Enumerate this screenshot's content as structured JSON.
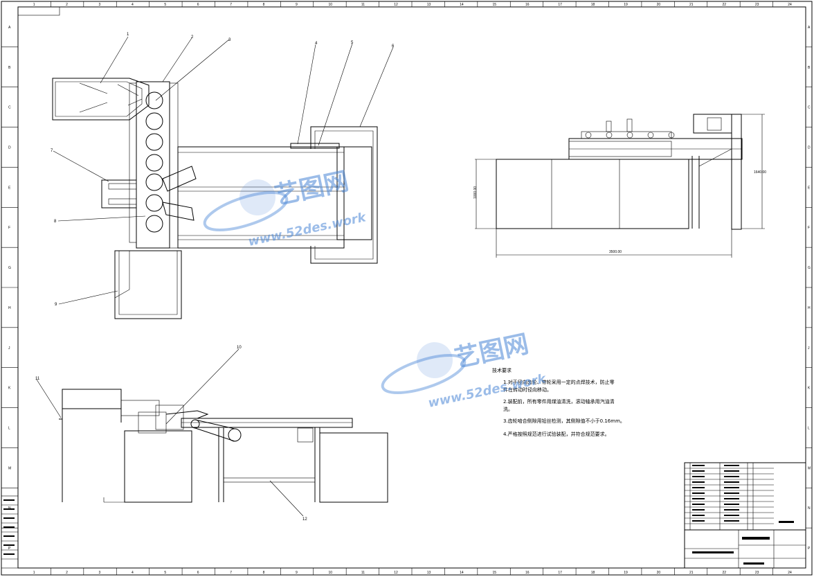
{
  "frame": {
    "col_labels": [
      "1",
      "2",
      "3",
      "4",
      "5",
      "6",
      "7",
      "8",
      "9",
      "10",
      "11",
      "12",
      "13",
      "14",
      "15",
      "16",
      "17",
      "18",
      "19",
      "20",
      "21",
      "22",
      "23",
      "24"
    ],
    "row_labels": [
      "A",
      "B",
      "C",
      "D",
      "E",
      "F",
      "G",
      "H",
      "J",
      "K",
      "L",
      "M",
      "N",
      "P"
    ]
  },
  "leaders": [
    "1",
    "2",
    "3",
    "4",
    "5",
    "6",
    "7",
    "8",
    "9",
    "10",
    "11",
    "12"
  ],
  "dimensions": {
    "width": "3500.00",
    "height_left": "1000.00",
    "height_right": "1640.00"
  },
  "notes": {
    "title": "技术要求",
    "items": [
      "1.对于径向齿轮、带轮采用一定的点焊技术，防止零",
      "  件在转动时径向移动。",
      "2.装配前，所有零件用煤油清洗，滚动轴承用汽油清",
      "  洗。",
      "3.齿轮啮合侧隙用铅丝检测，其侧隙值不小于0.16mm。",
      "4.严格按照规范进行试验装配，并符合规范要求。"
    ]
  },
  "watermark": {
    "cn": "艺图网",
    "en": "www.52des.work"
  },
  "colors": {
    "line": "#000000",
    "watermark": "#4b87d6"
  }
}
